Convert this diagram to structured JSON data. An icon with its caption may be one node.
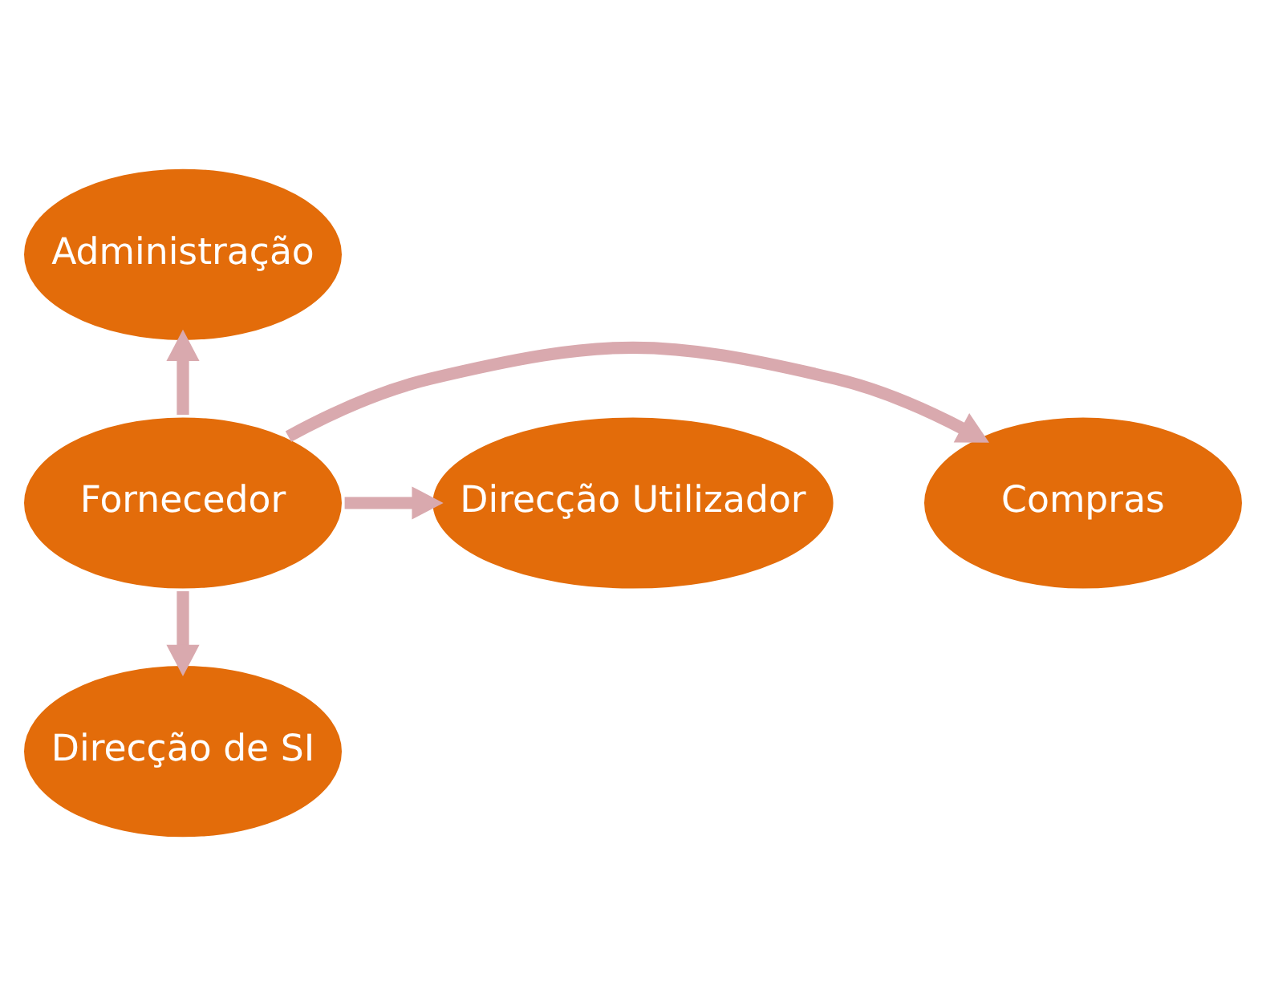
{
  "diagram": {
    "nodes": [
      {
        "text": [
          "Administração"
        ]
      },
      {
        "text": [
          "Compras"
        ]
      },
      {
        "text": [
          "Fornecedor"
        ]
      },
      {
        "text": [
          "Direcção Utilizador"
        ]
      },
      {
        "text": [
          "Direcção de SI"
        ]
      }
    ],
    "edges": [
      {
        "from": 2,
        "to": 0,
        "arrow": "to"
      },
      {
        "from": 2,
        "to": 1,
        "arrow": "to"
      },
      {
        "from": 2,
        "to": 3,
        "arrow": "to"
      },
      {
        "from": 2,
        "to": 4,
        "arrow": "to"
      }
    ]
  }
}
